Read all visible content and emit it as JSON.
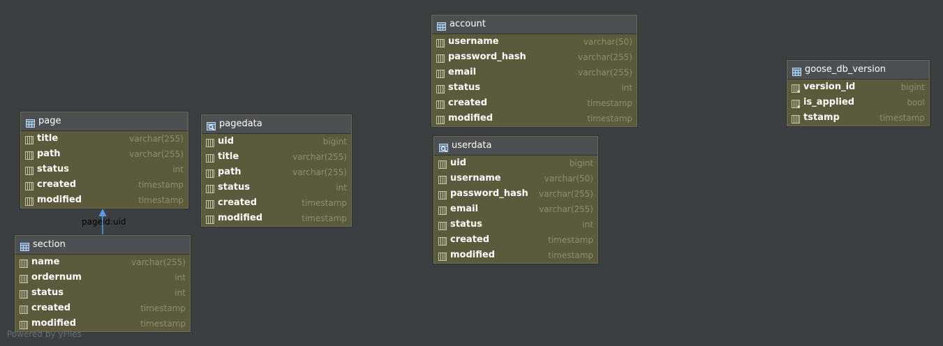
{
  "tables": [
    {
      "id": "page",
      "name": "page",
      "kind": "table",
      "columns": [
        {
          "name": "title",
          "type": "varchar(255)"
        },
        {
          "name": "path",
          "type": "varchar(255)"
        },
        {
          "name": "status",
          "type": "int"
        },
        {
          "name": "created",
          "type": "timestamp"
        },
        {
          "name": "modified",
          "type": "timestamp"
        }
      ]
    },
    {
      "id": "section",
      "name": "section",
      "kind": "table",
      "columns": [
        {
          "name": "name",
          "type": "varchar(255)"
        },
        {
          "name": "ordernum",
          "type": "int"
        },
        {
          "name": "status",
          "type": "int"
        },
        {
          "name": "created",
          "type": "timestamp"
        },
        {
          "name": "modified",
          "type": "timestamp"
        }
      ]
    },
    {
      "id": "pagedata",
      "name": "pagedata",
      "kind": "view",
      "columns": [
        {
          "name": "uid",
          "type": "bigint"
        },
        {
          "name": "title",
          "type": "varchar(255)"
        },
        {
          "name": "path",
          "type": "varchar(255)"
        },
        {
          "name": "status",
          "type": "int"
        },
        {
          "name": "created",
          "type": "timestamp"
        },
        {
          "name": "modified",
          "type": "timestamp"
        }
      ]
    },
    {
      "id": "account",
      "name": "account",
      "kind": "table",
      "columns": [
        {
          "name": "username",
          "type": "varchar(50)"
        },
        {
          "name": "password_hash",
          "type": "varchar(255)"
        },
        {
          "name": "email",
          "type": "varchar(255)"
        },
        {
          "name": "status",
          "type": "int"
        },
        {
          "name": "created",
          "type": "timestamp"
        },
        {
          "name": "modified",
          "type": "timestamp"
        }
      ]
    },
    {
      "id": "userdata",
      "name": "userdata",
      "kind": "view",
      "columns": [
        {
          "name": "uid",
          "type": "bigint"
        },
        {
          "name": "username",
          "type": "varchar(50)"
        },
        {
          "name": "password_hash",
          "type": "varchar(255)"
        },
        {
          "name": "email",
          "type": "varchar(255)"
        },
        {
          "name": "status",
          "type": "int"
        },
        {
          "name": "created",
          "type": "timestamp"
        },
        {
          "name": "modified",
          "type": "timestamp"
        }
      ]
    },
    {
      "id": "goose_db_version",
      "name": "goose_db_version",
      "kind": "table",
      "columns": [
        {
          "name": "version_id",
          "type": "bigint",
          "key": true
        },
        {
          "name": "is_applied",
          "type": "bool",
          "key": true
        },
        {
          "name": "tstamp",
          "type": "timestamp"
        }
      ]
    }
  ],
  "relations": [
    {
      "from": "section",
      "to": "page",
      "label": "pageid:uid"
    }
  ],
  "watermark": "Powered by yFiles",
  "colors": {
    "background": "#3c3f41",
    "table_body": "#5c5a3c",
    "table_header": "#4d5052",
    "arrow": "#5d9be8"
  }
}
